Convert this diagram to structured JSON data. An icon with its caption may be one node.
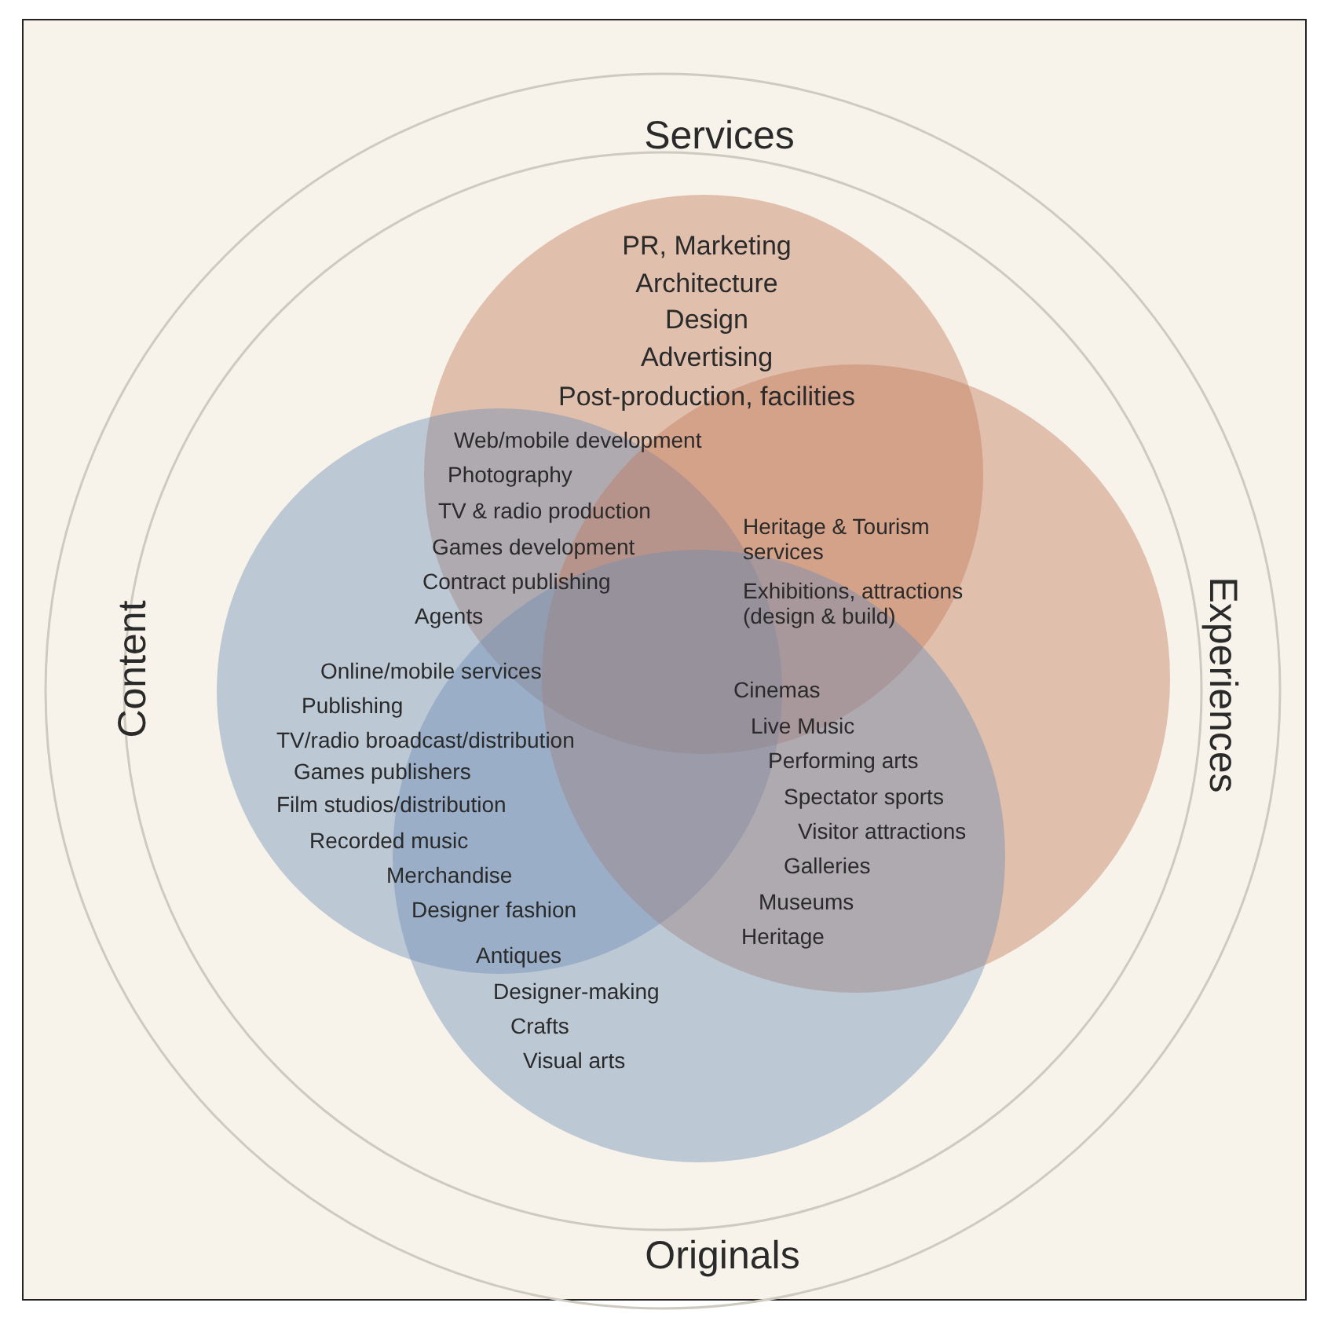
{
  "diagram": {
    "labels": [
      "Services",
      "PR, Marketing",
      "Architecture",
      "Design",
      "Advertising",
      "Post-production, facilities",
      "Web/mobile development",
      "Photography",
      "TV & radio production",
      "Games development",
      "Contract publishing",
      "Agents",
      "Heritage & Tourism services",
      "Exhibitions, attractions (design & build)",
      "Content",
      "Experiences",
      "Online/mobile services",
      "Publishing",
      "TV/radio broadcast/distribution",
      "Games publishers",
      "Film studios/distribution",
      "Recorded music",
      "Merchandise",
      "Designer fashion",
      "Cinemas",
      "Live Music",
      "Performing arts",
      "Spectator sports",
      "Visitor attractions",
      "Galleries",
      "Museums",
      "Heritage",
      "Antiques",
      "Designer-making",
      "Crafts",
      "Visual arts",
      "Originals"
    ]
  }
}
